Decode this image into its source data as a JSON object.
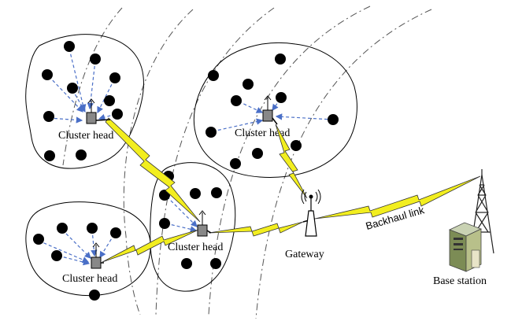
{
  "labels": {
    "cluster_head_1": "Cluster head",
    "cluster_head_2": "Cluster head",
    "cluster_head_3": "Cluster head",
    "cluster_head_4": "Cluster head",
    "gateway": "Gateway",
    "backhaul_link": "Backhaul link",
    "base_station": "Base station"
  },
  "colors": {
    "member_arrow": "#4a6fc7",
    "wireless_bolt": "#f2ee1f",
    "node": "#000000",
    "boundary_arcs": "#555555"
  },
  "icons": [
    "node-dot-icon",
    "cluster-head-antenna-icon",
    "gateway-antenna-icon",
    "lightning-link-icon",
    "tower-icon",
    "server-icon"
  ]
}
